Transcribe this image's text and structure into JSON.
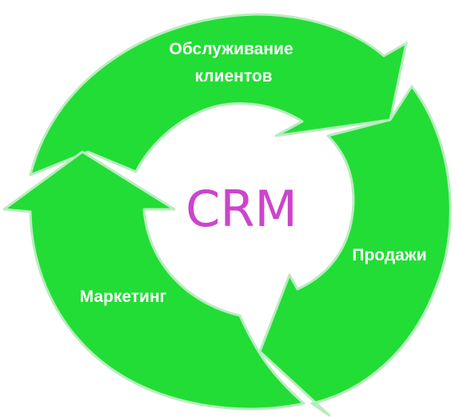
{
  "diagram": {
    "center": {
      "label": "CRM"
    },
    "segments": [
      {
        "id": "service",
        "label_lines": [
          "Обслуживание",
          "клиентов"
        ]
      },
      {
        "id": "sales",
        "label_lines": [
          "Продажи"
        ]
      },
      {
        "id": "marketing",
        "label_lines": [
          "Маркетинг"
        ]
      }
    ]
  },
  "colors": {
    "ring": "#22dd35",
    "ring_edge": "#b9ecbf",
    "label": "#ffffff",
    "center_text": "#cc44cc",
    "background": "#ffffff"
  }
}
